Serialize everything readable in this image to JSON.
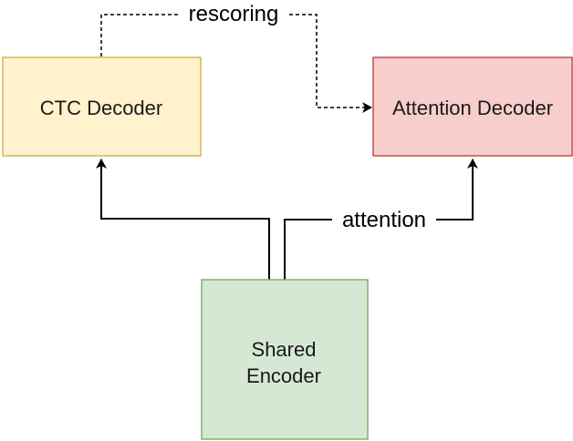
{
  "nodes": {
    "ctc": {
      "label": "CTC Decoder",
      "fill": "#fff2cc",
      "stroke": "#d6b656"
    },
    "attention": {
      "label": "Attention Decoder",
      "fill": "#f8cecc",
      "stroke": "#b85450"
    },
    "encoder": {
      "label_line1": "Shared",
      "label_line2": "Encoder",
      "fill": "#d5e8d4",
      "stroke": "#82b366"
    }
  },
  "edges": {
    "rescoring": {
      "label": "rescoring"
    },
    "attention": {
      "label": "attention"
    }
  }
}
